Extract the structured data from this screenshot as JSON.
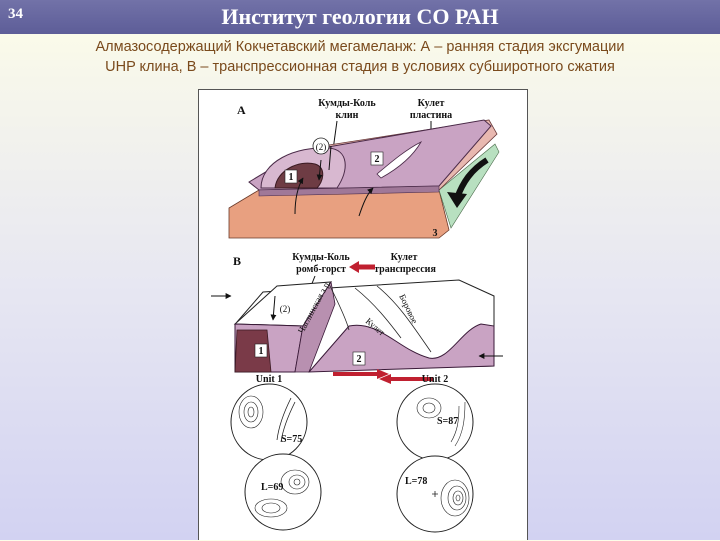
{
  "slide": {
    "number": "34",
    "title": "Институт геологии СО РАН",
    "subtitle_line1": "Алмазосодержащий Кокчетавский мегамеланж: А – ранняя стадия эксгумации",
    "subtitle_line2": "UHP клина, В – транспрессионная стадия в условиях субширотного сжатия"
  },
  "panel_a": {
    "letter": "А",
    "wedge_label_1": "Кумды-Коль",
    "wedge_label_2": "клин",
    "plate_label_1": "Кулет",
    "plate_label_2": "пластина",
    "marker_1": "1",
    "marker_2": "2",
    "marker_3": "3",
    "marker_p2": "(2)"
  },
  "panel_b": {
    "letter": "В",
    "horst_label_1": "Кумды-Коль",
    "horst_label_2": "ромб-горст",
    "trans_label_1": "Кулет",
    "trans_label_2": "транспрессия",
    "fault_1": "Чаглинская з.р.",
    "fault_2": "Кулет",
    "fault_3": "Боровое",
    "marker_1": "1",
    "marker_2": "2",
    "marker_p2": "(2)"
  },
  "stereonets": {
    "unit1_title": "Unit 1",
    "unit2_title": "Unit 2",
    "s_unit1": "S=75",
    "l_unit1": "L=69",
    "s_unit2": "S=87",
    "l_unit2": "L=78"
  },
  "colors": {
    "titlebar": "#5d5d98",
    "plate_mauve": "#c9a3c3",
    "plate_pink": "#e8a696",
    "salmon": "#e8a080",
    "subtitle_text": "#7a4a1c"
  }
}
